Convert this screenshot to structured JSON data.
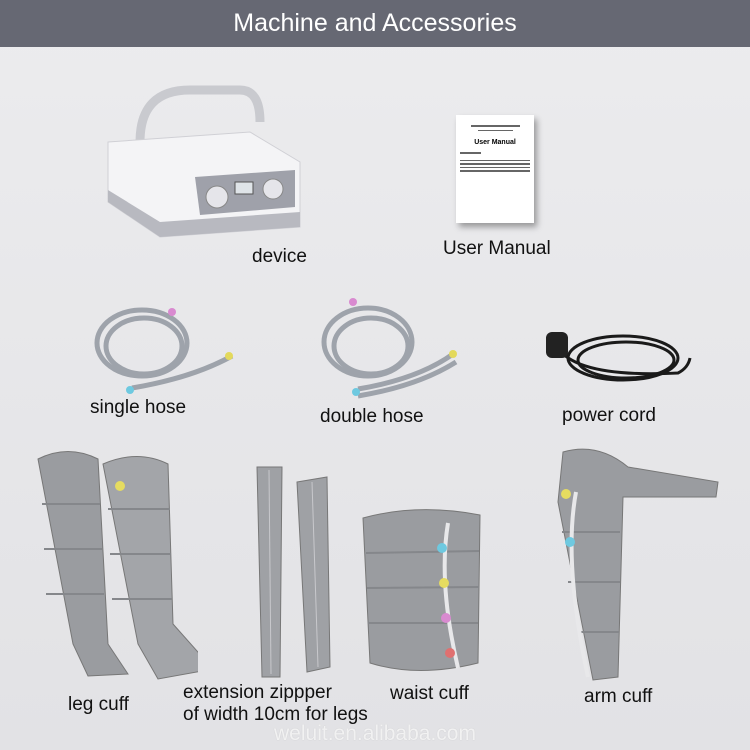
{
  "header": {
    "title": "Machine and Accessories"
  },
  "items": {
    "device": {
      "label": "device"
    },
    "user_manual": {
      "label": "User Manual",
      "cover_title": "User Manual"
    },
    "single_hose": {
      "label": "single hose"
    },
    "double_hose": {
      "label": "double hose"
    },
    "power_cord": {
      "label": "power cord"
    },
    "leg_cuff": {
      "label": "leg cuff"
    },
    "extension_zipper": {
      "label_line1": "extension zippper",
      "label_line2": "of width 10cm for legs"
    },
    "waist_cuff": {
      "label": "waist cuff"
    },
    "arm_cuff": {
      "label": "arm cuff"
    }
  },
  "watermark": "weluit.en.alibaba.com",
  "colors": {
    "header_bg": "#666873",
    "cuff_gray": "#9a9ca0",
    "device_white": "#f4f4f6"
  }
}
